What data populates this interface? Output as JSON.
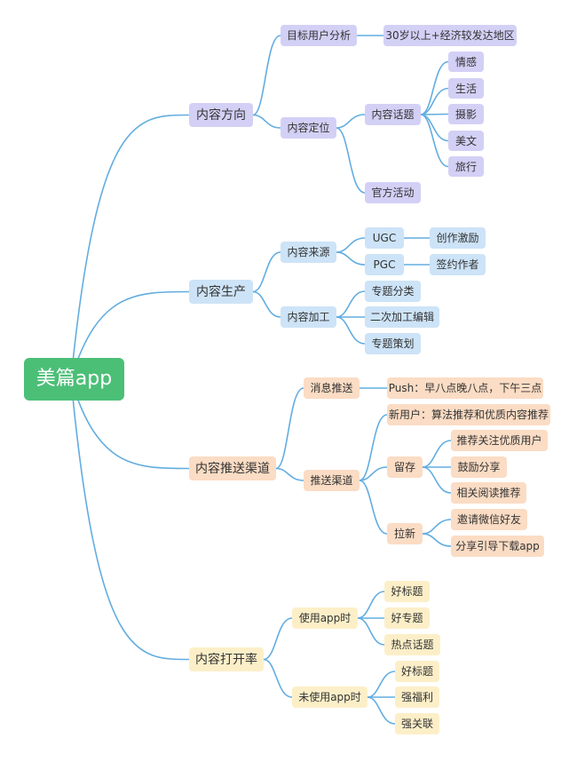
{
  "root": "美篇app",
  "b1": {
    "label": "内容方向",
    "target_users": {
      "label": "目标用户分析",
      "detail": "30岁以上+经济较发达地区"
    },
    "positioning": {
      "label": "内容定位",
      "topics": {
        "label": "内容话题",
        "items": [
          "情感",
          "生活",
          "摄影",
          "美文",
          "旅行"
        ]
      },
      "official": "官方活动"
    }
  },
  "b2": {
    "label": "内容生产",
    "source": {
      "label": "内容来源",
      "ugc": {
        "label": "UGC",
        "detail": "创作激励"
      },
      "pgc": {
        "label": "PGC",
        "detail": "签约作者"
      }
    },
    "processing": {
      "label": "内容加工",
      "items": [
        "专题分类",
        "二次加工编辑",
        "专题策划"
      ]
    }
  },
  "b3": {
    "label": "内容推送渠道",
    "message": {
      "label": "消息推送",
      "detail": "Push：早八点晚八点，下午三点"
    },
    "channel": {
      "label": "推送渠道",
      "new_user": "新用户：算法推荐和优质内容推荐",
      "retention": {
        "label": "留存",
        "items": [
          "推荐关注优质用户",
          "鼓励分享",
          "相关阅读推荐"
        ]
      },
      "acquisition": {
        "label": "拉新",
        "items": [
          "邀请微信好友",
          "分享引导下载app"
        ]
      }
    }
  },
  "b4": {
    "label": "内容打开率",
    "using": {
      "label": "使用app时",
      "items": [
        "好标题",
        "好专题",
        "热点话题"
      ]
    },
    "not_using": {
      "label": "未使用app时",
      "items": [
        "好标题",
        "强福利",
        "强关联"
      ]
    }
  },
  "colors": {
    "root": "#4cbf77",
    "connector": "#62ade0",
    "branch_1": "#d3d0f6",
    "branch_2": "#cde3f7",
    "branch_3": "#fbdcc4",
    "branch_4": "#fcefc8"
  }
}
